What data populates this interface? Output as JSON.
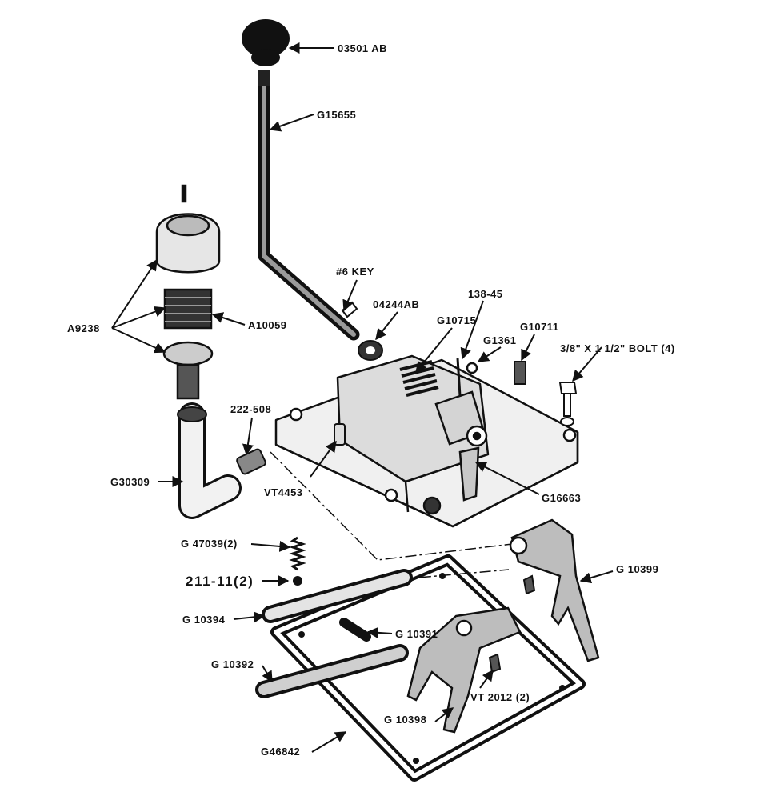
{
  "parts": [
    {
      "id": "p03501ab",
      "label": "03501 AB"
    },
    {
      "id": "g15655",
      "label": "G15655"
    },
    {
      "id": "key6",
      "label": "#6 KEY"
    },
    {
      "id": "p04244ab",
      "label": "04244AB"
    },
    {
      "id": "p13845",
      "label": "138-45"
    },
    {
      "id": "g10715",
      "label": "G10715"
    },
    {
      "id": "g10711",
      "label": "G10711"
    },
    {
      "id": "g1361",
      "label": "G1361"
    },
    {
      "id": "bolt",
      "label": "3/8\" X 1 1/2\" BOLT (4)"
    },
    {
      "id": "a9238",
      "label": "A9238"
    },
    {
      "id": "a10059",
      "label": "A10059"
    },
    {
      "id": "p222508",
      "label": "222-508"
    },
    {
      "id": "vt4453",
      "label": "VT4453"
    },
    {
      "id": "g30309",
      "label": "G30309"
    },
    {
      "id": "g16663",
      "label": "G16663"
    },
    {
      "id": "g47039",
      "label": "G 47039(2)"
    },
    {
      "id": "p21111",
      "label": "211-11(2)"
    },
    {
      "id": "g10399",
      "label": "G 10399"
    },
    {
      "id": "g10394",
      "label": "G 10394"
    },
    {
      "id": "g10391",
      "label": "G 10391"
    },
    {
      "id": "g10392",
      "label": "G 10392"
    },
    {
      "id": "vt2012",
      "label": "VT 2012 (2)"
    },
    {
      "id": "g10398",
      "label": "G 10398"
    },
    {
      "id": "g46842",
      "label": "G46842"
    }
  ]
}
